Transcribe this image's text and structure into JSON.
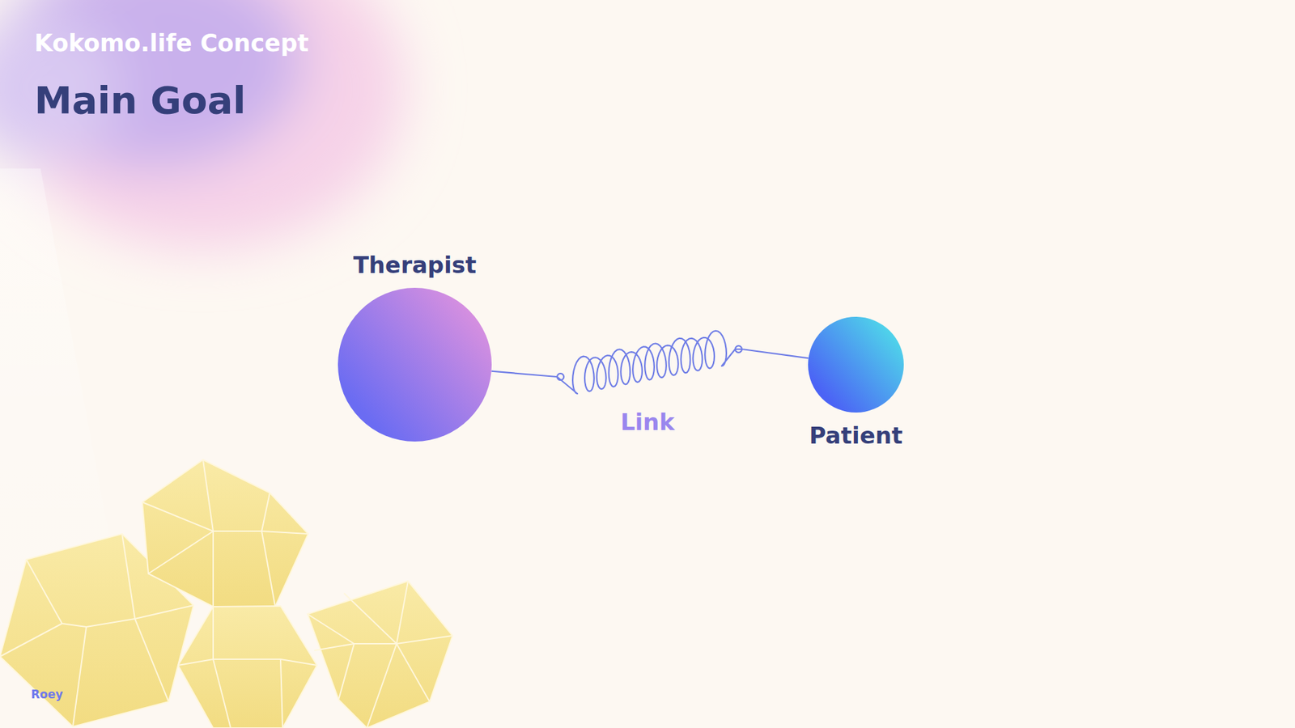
{
  "diagram": {
    "title": "Main Goal",
    "nodes": [
      {
        "text": [
          "Therapist"
        ]
      },
      {
        "text": [
          "Patient"
        ]
      }
    ],
    "edges": [
      {
        "from": 0,
        "to": 1,
        "label": "Link",
        "arrow": "none"
      }
    ],
    "labels": [
      "Kokomo.life Concept",
      "Roey"
    ]
  }
}
